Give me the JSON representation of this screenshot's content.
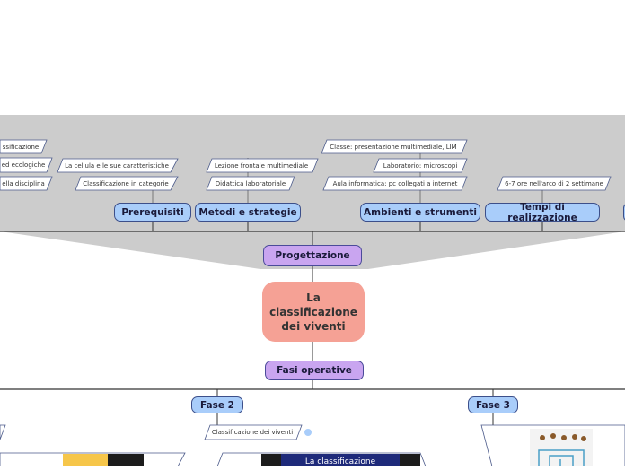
{
  "center": {
    "title": "La classificazione dei viventi"
  },
  "branches": {
    "progettazione": "Progettazione",
    "fasi_operative": "Fasi operative"
  },
  "progettazione_children": [
    {
      "label": "Prerequisiti",
      "leaves": [
        "ssificazione",
        "ed ecologiche",
        "La cellula e le sue caratteristiche",
        "ella disciplina",
        "Classificazione in categorie"
      ]
    },
    {
      "label": "Metodi e strategie",
      "leaves": [
        "Lezione frontale multimediale",
        "Didattica laboratoriale"
      ]
    },
    {
      "label": "Ambienti e strumenti",
      "leaves": [
        "Classe: presentazione multimediale, LIM",
        "Laboratorio: microscopi",
        "Aula informatica: pc collegati a internet"
      ]
    },
    {
      "label": "Tempi di realizzazione",
      "leaves": [
        "6-7 ore nell'arco di 2 settimane"
      ]
    }
  ],
  "fasi_children": [
    {
      "label": "Fase 2",
      "leaves": [
        "Classificazione dei viventi"
      ],
      "image_caption": "La classificazione"
    },
    {
      "label": "Fase 3",
      "leaves": []
    }
  ],
  "colors": {
    "center": "#f5a195",
    "main_branch": "#c9a5f0",
    "sub_branch": "#a9cdfa",
    "panel": "#cccccc"
  }
}
